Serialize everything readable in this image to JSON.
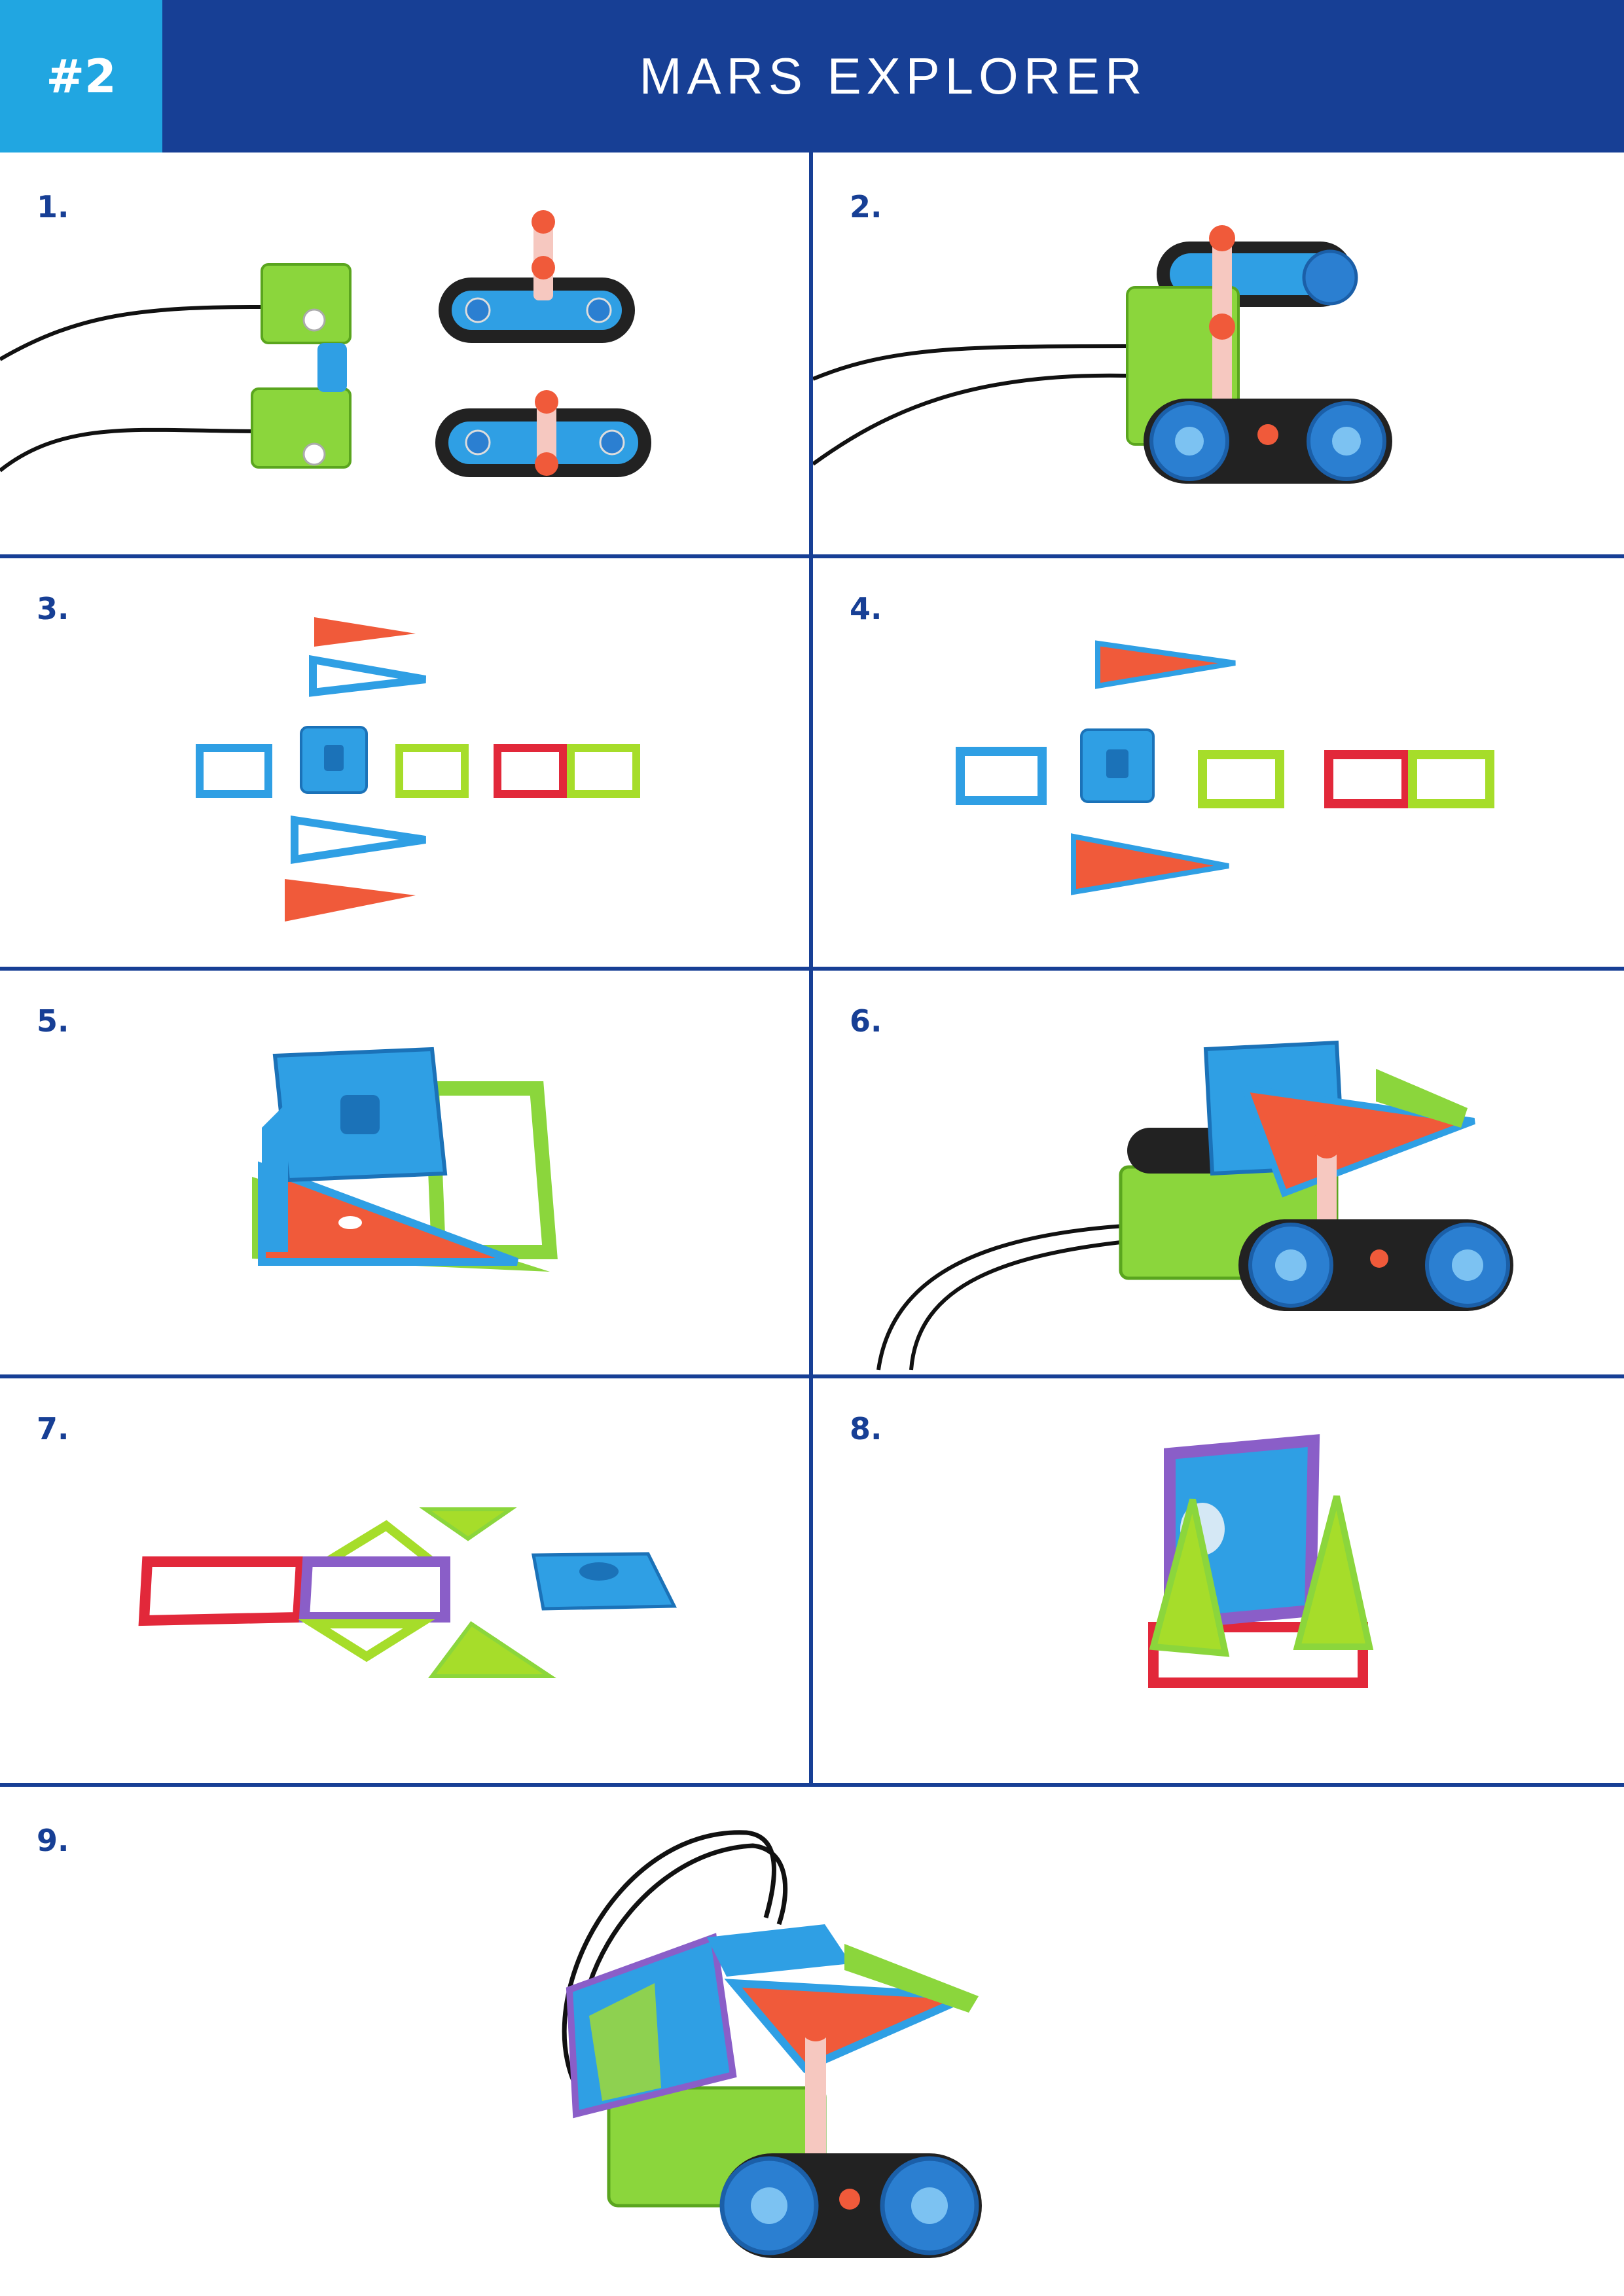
{
  "header": {
    "badge": "#2",
    "title": "MARS EXPLORER"
  },
  "steps": [
    {
      "label": "1."
    },
    {
      "label": "2."
    },
    {
      "label": "3."
    },
    {
      "label": "4."
    },
    {
      "label": "5."
    },
    {
      "label": "6."
    },
    {
      "label": "7."
    },
    {
      "label": "8."
    },
    {
      "label": "9."
    }
  ],
  "colors": {
    "header_blue": "#173f95",
    "badge_blue": "#21a6e1",
    "green": "#8bd63c",
    "lime": "#a6dd2a",
    "blue": "#2f9fe4",
    "red": "#e2283a",
    "orange": "#f05a3a",
    "purple": "#8a5ec8",
    "track": "#222222",
    "wheel": "#2b7fd1"
  }
}
